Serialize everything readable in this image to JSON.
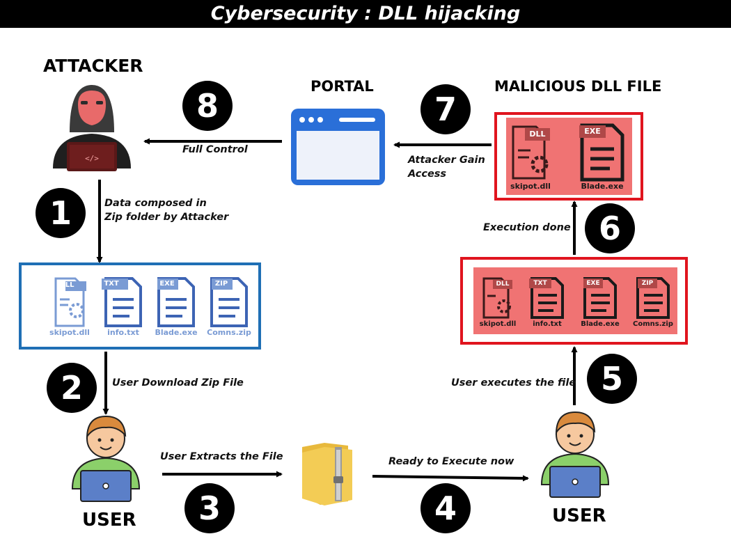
{
  "title": "Cybersecurity : DLL hijacking",
  "headings": {
    "attacker": "ATTACKER",
    "portal": "PORTAL",
    "malicious": "MALICIOUS DLL FILE",
    "user_left": "USER",
    "user_right": "USER"
  },
  "steps": [
    "1",
    "2",
    "3",
    "4",
    "5",
    "6",
    "7",
    "8"
  ],
  "edges": {
    "full_control": "Full Control",
    "gain_access_1": "Attacker Gain",
    "gain_access_2": "Access",
    "composed_1": "Data composed in",
    "composed_2": "Zip folder by Attacker",
    "download": "User Download Zip File",
    "extract": "User Extracts the File",
    "ready": "Ready to Execute now",
    "executes": "User executes the file",
    "execution_done": "Execution done"
  },
  "zip_files": [
    {
      "badge": "DLL",
      "name": "skipot.dll"
    },
    {
      "badge": "TXT",
      "name": "info.txt"
    },
    {
      "badge": "EXE",
      "name": "Blade.exe"
    },
    {
      "badge": "ZIP",
      "name": "Comns.zip"
    }
  ],
  "infected_files": [
    {
      "badge": "DLL",
      "name": "skipot.dll"
    },
    {
      "badge": "TXT",
      "name": "info.txt"
    },
    {
      "badge": "EXE",
      "name": "Blade.exe"
    },
    {
      "badge": "ZIP",
      "name": "Comns.zip"
    }
  ],
  "malicious_files": [
    {
      "badge": "DLL",
      "name": "skipot.dll"
    },
    {
      "badge": "EXE",
      "name": "Blade.exe"
    }
  ],
  "colors": {
    "blue_box": "#1f6fb5",
    "red_box": "#e0141e",
    "red_fill": "#f07373",
    "file_blue": "#3d64b4"
  }
}
